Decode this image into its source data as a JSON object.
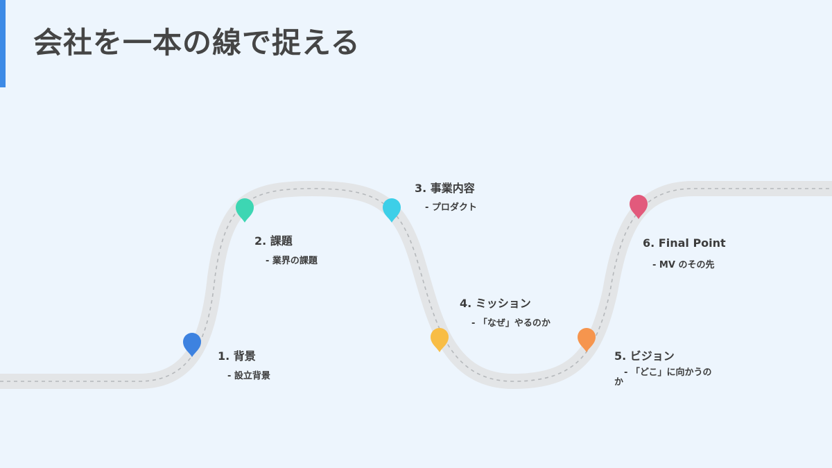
{
  "header": {
    "title": "会社を一本の線で捉える",
    "accent_color": "#3d8ae6"
  },
  "road": {
    "color": "#e3e5e7",
    "dash_color": "#b5b8bb"
  },
  "milestones": [
    {
      "title": "1. 背景",
      "desc": "- 設立背景",
      "pin_color": "#3d82e0",
      "icon": "map-pin-icon"
    },
    {
      "title": "2. 課題",
      "desc": "- 業界の課題",
      "pin_color": "#3dd6b3",
      "icon": "map-pin-icon"
    },
    {
      "title": "3. 事業内容",
      "desc": "- プロダクト",
      "pin_color": "#3dcfe8",
      "icon": "map-pin-icon"
    },
    {
      "title": "4. ミッション",
      "desc": "- 「なぜ」やるのか",
      "pin_color": "#f8bd45",
      "icon": "map-pin-icon"
    },
    {
      "title": "5. ビジョン",
      "desc": "- 「どこ」に向かうのか",
      "pin_color": "#f6954e",
      "icon": "map-pin-icon"
    },
    {
      "title": "6. Final Point",
      "desc": "- MV のその先",
      "pin_color": "#e25a7c",
      "icon": "map-pin-icon"
    }
  ]
}
